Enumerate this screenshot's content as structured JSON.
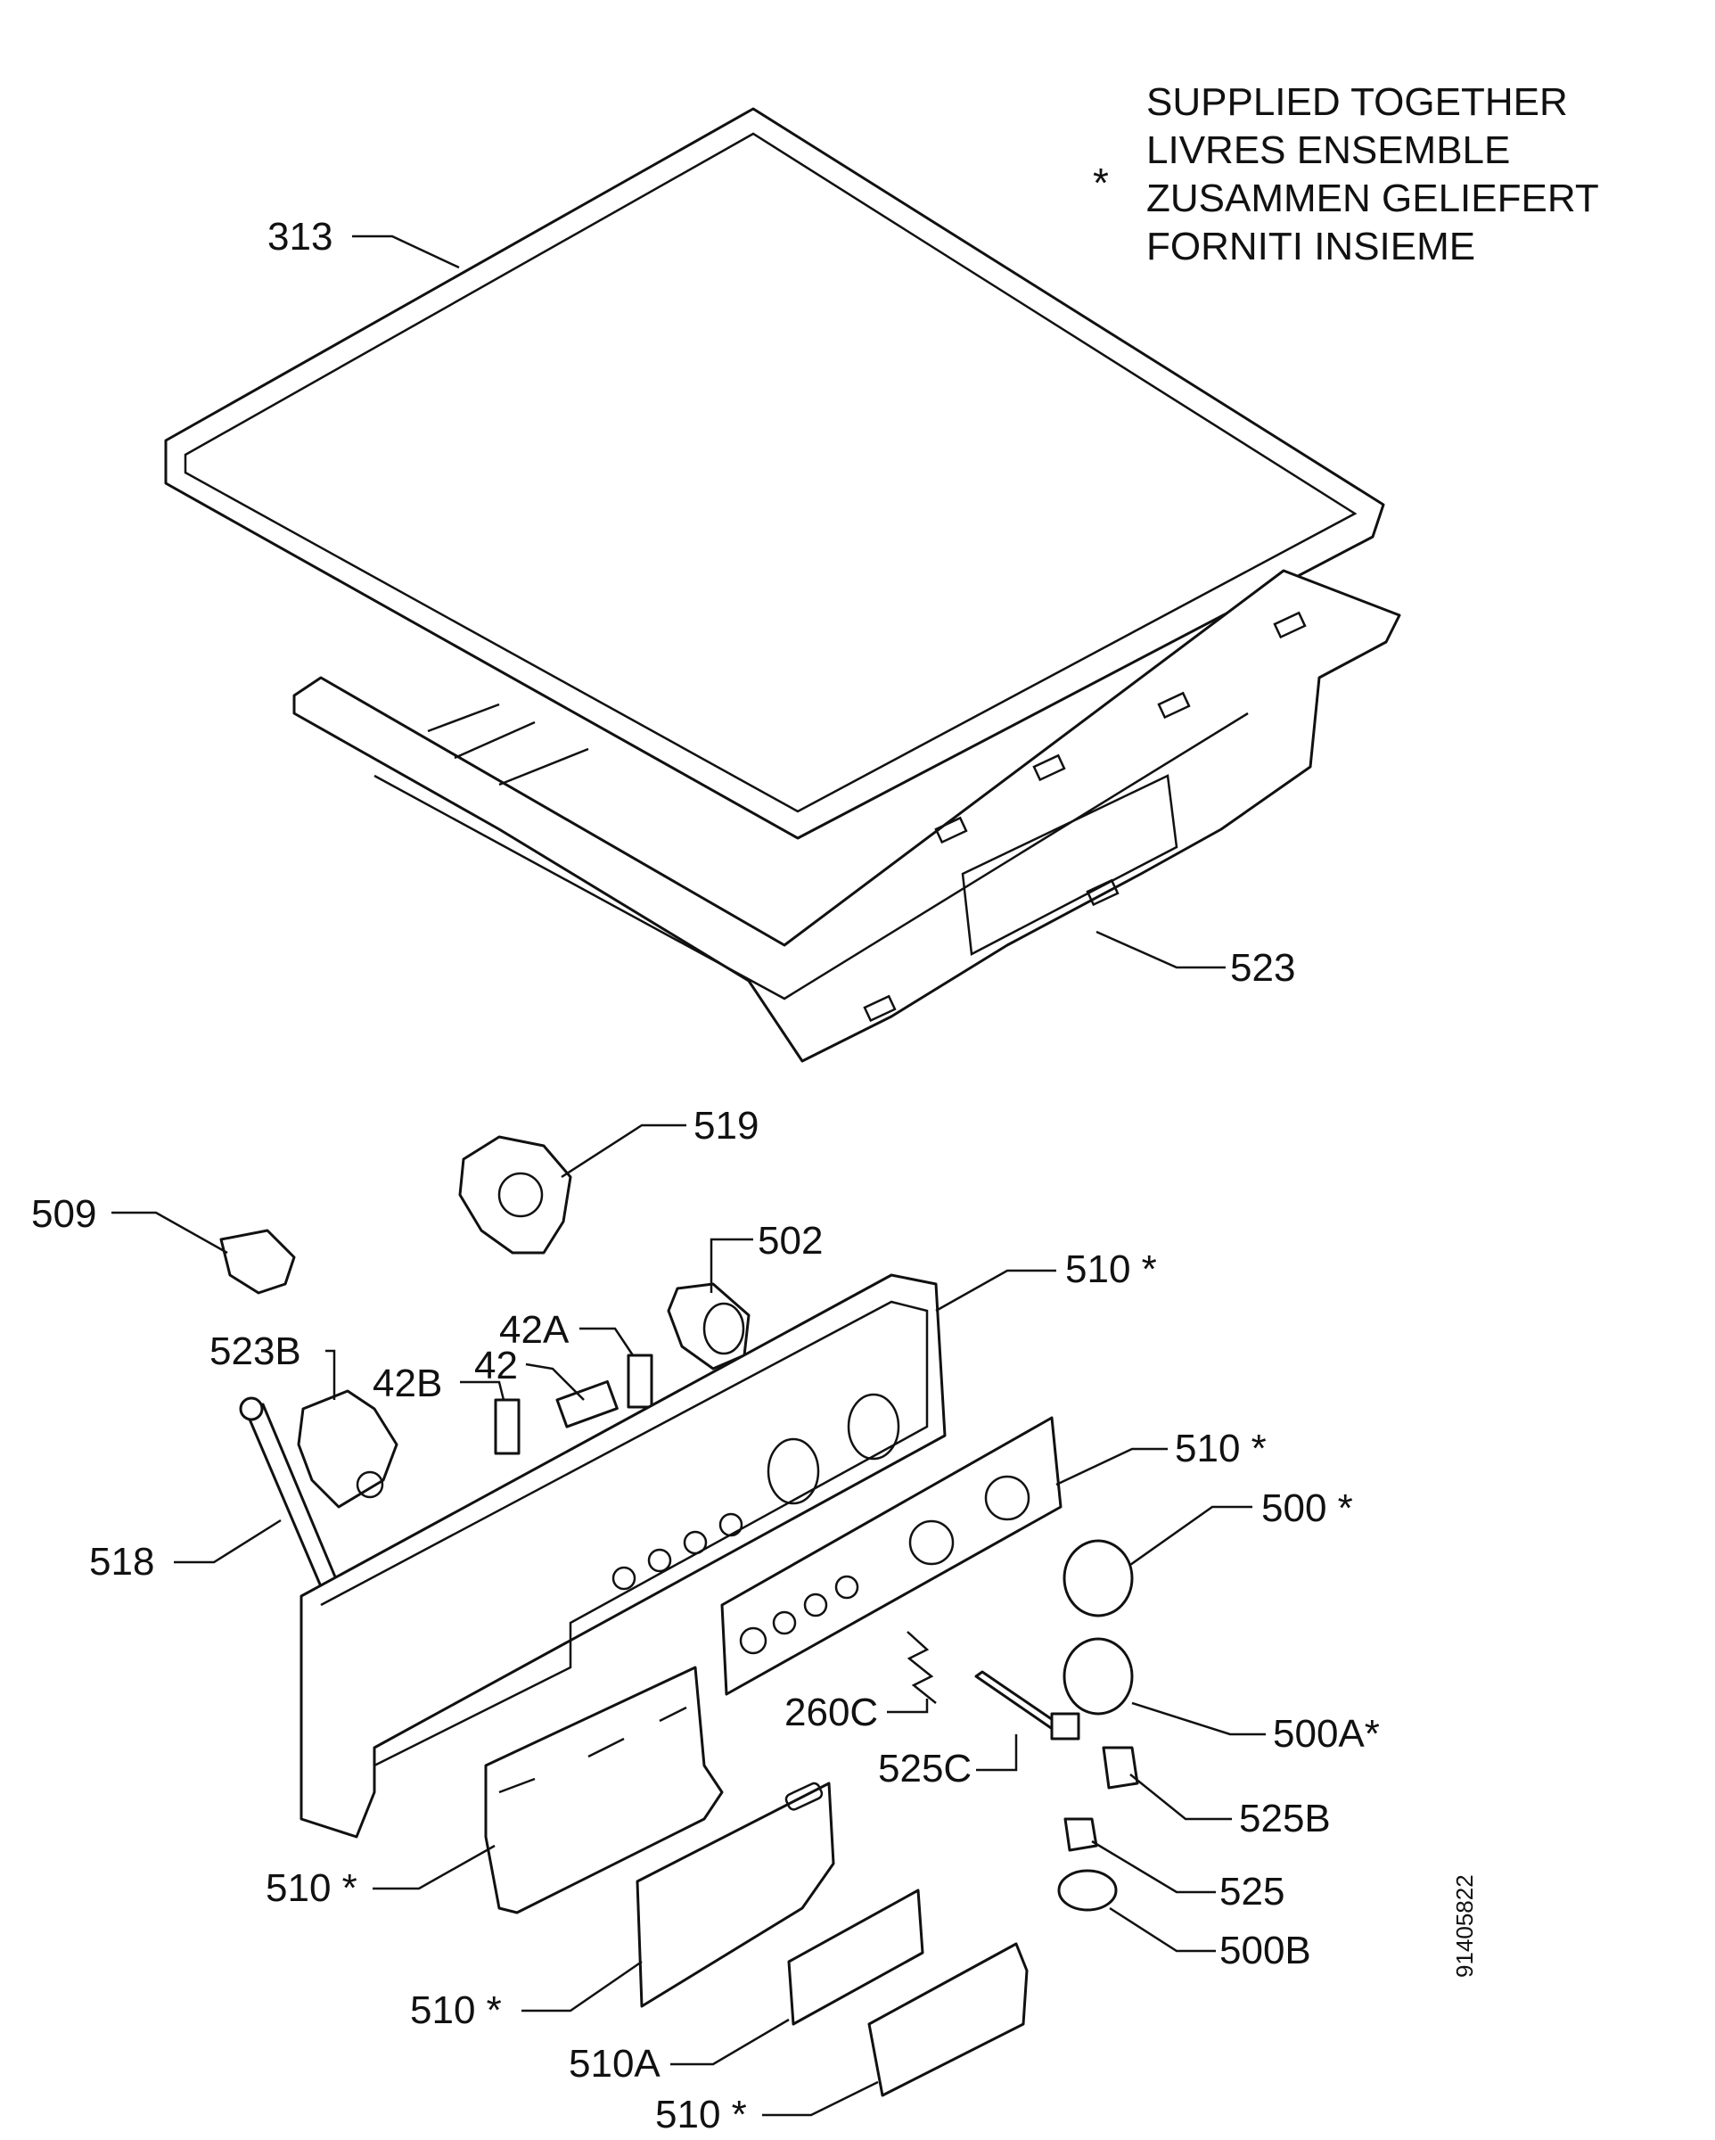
{
  "note": {
    "symbol": "*",
    "lines": [
      "SUPPLIED TOGETHER",
      "LIVRES ENSEMBLE",
      "ZUSAMMEN GELIEFERT",
      "FORNITI INSIEME"
    ]
  },
  "labels": {
    "l313": "313",
    "l523": "523",
    "l519": "519",
    "l509": "509",
    "l502": "502",
    "l510_panel": "510 *",
    "l523b": "523B",
    "l42a": "42A",
    "l42b": "42B",
    "l42": "42",
    "l510_plate": "510 *",
    "l500": "500 *",
    "l518": "518",
    "l260c": "260C",
    "l500a": "500A*",
    "l525c": "525C",
    "l525b": "525B",
    "l510_drawer": "510 *",
    "l525": "525",
    "l500b": "500B",
    "l510_handle": "510 *",
    "l510a": "510A",
    "l510_cover": "510 *"
  },
  "document_number": "91405822"
}
